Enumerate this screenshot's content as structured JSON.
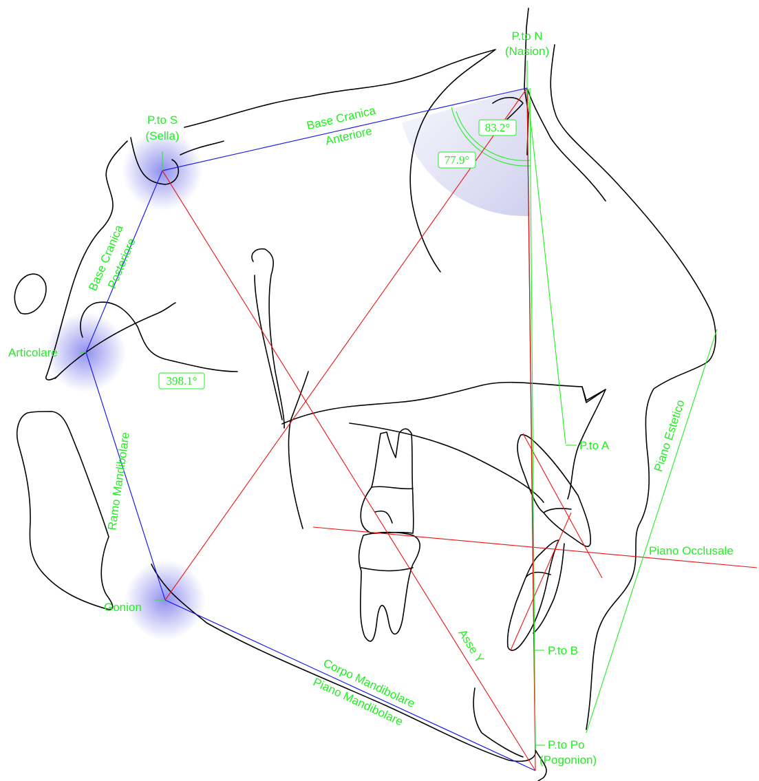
{
  "landmarks": {
    "nasion": {
      "line1": "P.to N",
      "line2": "(Nasion)"
    },
    "sella": {
      "line1": "P.to S",
      "line2": "(Sella)"
    },
    "articolare": "Articolare",
    "gonion": "Gonion",
    "point_a": "P.to A",
    "point_b": "P.to B",
    "pogonion": {
      "line1": "P.to Po",
      "line2": "(Pogonion)"
    }
  },
  "planes": {
    "base_cranica_anteriore": {
      "line1": "Base Cranica",
      "line2": "Anteriore"
    },
    "base_cranica_posteriore": {
      "line1": "Base Cranica",
      "line2": "Posteriore"
    },
    "ramo_mandibolare": "Ramo Mandibolare",
    "corpo_mandibolare": "Corpo Mandibolare",
    "piano_mandibolare": "Piano Mandibolare",
    "asse_y": "Asse Y",
    "piano_occlusale": "Piano Occlusale",
    "piano_estetico": "Piano Estetico"
  },
  "measurements": {
    "angle_sna": "83.2°",
    "angle_snb": "77.9°",
    "bjork_sum": "398.1°"
  },
  "colors": {
    "label_green": "#22ee22",
    "plane_blue": "#1a1aee",
    "axis_red": "#ee1111",
    "tracing_black": "#000000"
  }
}
